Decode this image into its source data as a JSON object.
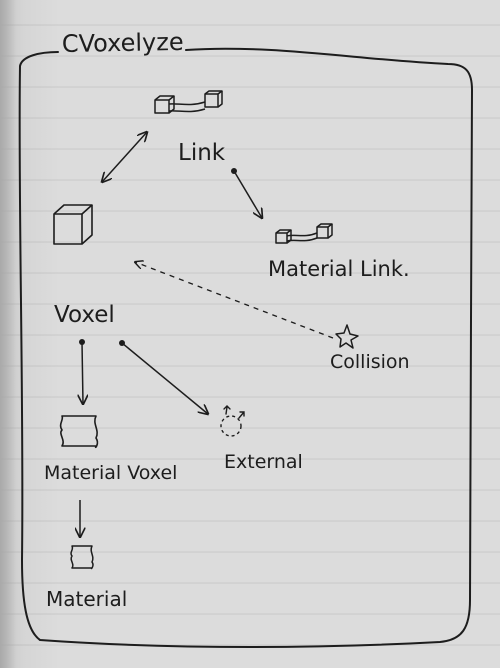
{
  "title": "CVoxelyze",
  "nodes": {
    "link": {
      "label": "Link"
    },
    "voxel": {
      "label": "Voxel"
    },
    "material_link": {
      "label": "Material Link."
    },
    "collision": {
      "label": "Collision"
    },
    "external": {
      "label": "External"
    },
    "material_voxel": {
      "label": "Material Voxel"
    },
    "material": {
      "label": "Material"
    }
  },
  "edges": [
    {
      "from": "link",
      "to": "voxel",
      "style": "solid",
      "arrow": "both"
    },
    {
      "from": "link",
      "to": "material_link",
      "style": "solid",
      "arrow": "end",
      "tail": "dot"
    },
    {
      "from": "collision",
      "to": "voxel",
      "style": "dashed",
      "arrow": "end"
    },
    {
      "from": "voxel",
      "to": "material_voxel",
      "style": "solid",
      "arrow": "end",
      "tail": "dot"
    },
    {
      "from": "voxel",
      "to": "external",
      "style": "solid",
      "arrow": "end",
      "tail": "dot"
    },
    {
      "from": "material_voxel",
      "to": "material",
      "style": "solid",
      "arrow": "end"
    }
  ],
  "icons": {
    "link": "link-beam-icon",
    "voxel": "cube-icon",
    "material_link": "material-link-icon",
    "collision": "collision-star-icon",
    "external": "external-force-icon",
    "material_voxel": "material-voxel-icon",
    "material": "material-icon"
  },
  "colors": {
    "paper": "#dcdcdc",
    "ink": "#1d1d1d",
    "ruled_line": "#c9c9c9"
  }
}
